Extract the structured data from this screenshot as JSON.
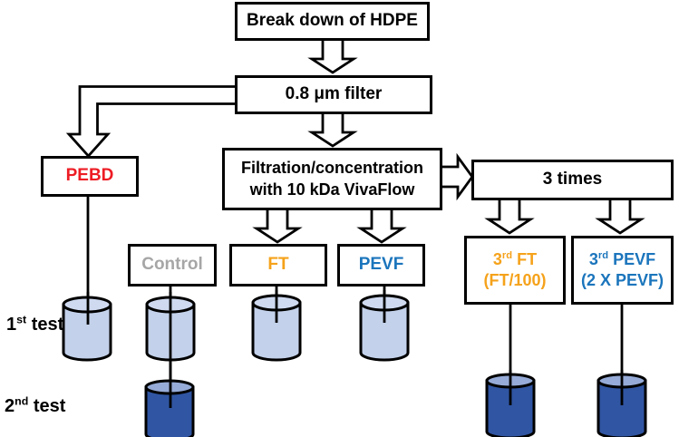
{
  "diagram": {
    "boxes": {
      "breakdown": {
        "label": "Break down of HDPE"
      },
      "filter": {
        "label": "0.8 μm filter"
      },
      "filtration": {
        "line1": "Filtration/concentration",
        "line2": "with 10 kDa VivaFlow"
      },
      "three_times": {
        "label": "3 times"
      },
      "pebd": {
        "label": "PEBD",
        "color": "#ed1c24"
      },
      "control": {
        "label": "Control",
        "color": "#a6a6a6"
      },
      "ft": {
        "label": "FT",
        "color": "#f5a21b"
      },
      "pevf": {
        "label": "PEVF",
        "color": "#1b75bc"
      },
      "third_ft": {
        "prefix": "3",
        "sup": "rd",
        "suffix": " FT",
        "line2": "(FT/100)",
        "color": "#f5a21b"
      },
      "third_pevf": {
        "prefix": "3",
        "sup": "rd",
        "suffix": " PEVF",
        "line2": "(2 X PEVF)",
        "color": "#1b75bc"
      }
    },
    "row_labels": {
      "first_test": {
        "prefix": "1",
        "sup": "st",
        "suffix": " test"
      },
      "second_test": {
        "prefix": "2",
        "sup": "nd",
        "suffix": " test"
      }
    },
    "colors": {
      "outline": "#000000",
      "beaker_light_fill": "#c3d1ea",
      "beaker_light_top": "#cfdaf0",
      "beaker_dark_fill": "#3055a2",
      "beaker_dark_top": "#96abd7"
    }
  }
}
